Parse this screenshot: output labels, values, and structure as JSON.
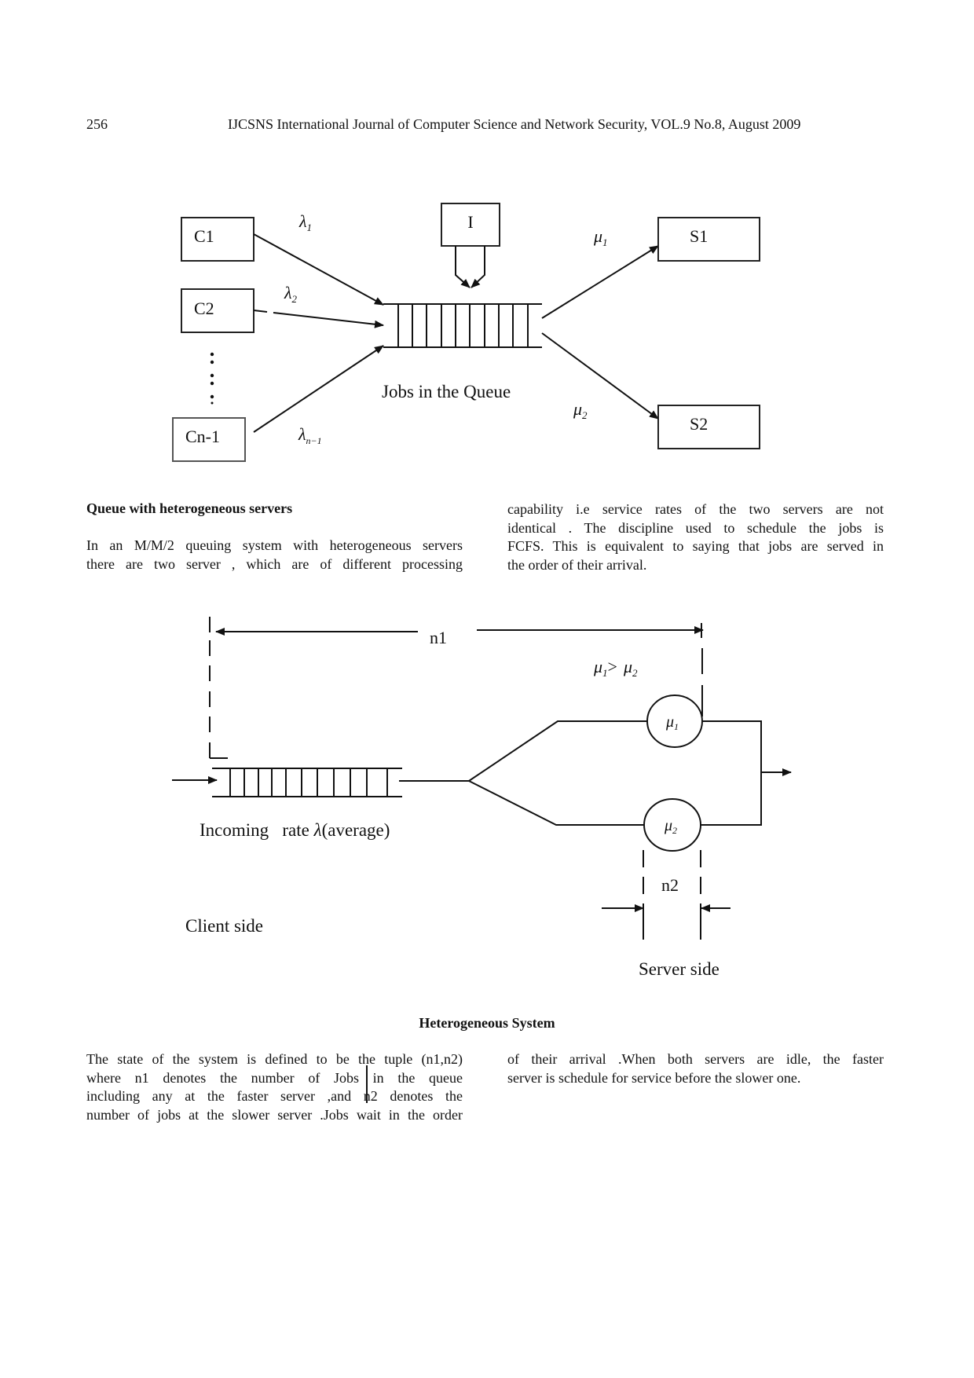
{
  "header": {
    "page_number": "256",
    "journal": "IJCSNS International Journal of Computer Science and Network Security, VOL.9 No.8, August 2009"
  },
  "figure1": {
    "clients": [
      "C1",
      "C2",
      "Cn-1"
    ],
    "ellipsis": "⋮",
    "arrival_rates": [
      "λ₁",
      "λ₂",
      "λₙ₋₁"
    ],
    "lambda_symbol": "λ",
    "lambda_subs": [
      "1",
      "2",
      "n−1"
    ],
    "input_box": "I",
    "queue_label": "Jobs in the Queue",
    "mu_symbol": "μ",
    "service_subs": [
      "1",
      "2"
    ],
    "servers": [
      "S1",
      "S2"
    ]
  },
  "section": {
    "heading": "Queue with heterogeneous servers",
    "left_lines": [
      "In an M/M/2 queuing system with heterogeneous servers",
      "there are two server , which are of different processing"
    ],
    "right_lines": [
      "capability i.e service rates of the two servers are not",
      "identical . The discipline used to schedule the jobs is",
      "FCFS. This is equivalent to saying that jobs are served in",
      "the order of their arrival."
    ]
  },
  "figure2": {
    "n1_label": "n1",
    "n2_label": "n2",
    "inequality_left_sub": "1",
    "inequality_op": ">",
    "inequality_right_sub": "2",
    "mu_symbol": "μ",
    "server1_sub": "1",
    "server2_sub": "2",
    "incoming_label": "Incoming   rate ",
    "incoming_lambda": "λ",
    "incoming_suffix": "(average)",
    "client_side": "Client side",
    "server_side": "Server side",
    "caption": "Heterogeneous System"
  },
  "body": {
    "left_lines": [
      "The state of the system is defined to be the tuple (n1,n2)",
      "where n1 denotes the number of Jobs in the queue",
      "including any at the faster server ,and n2 denotes the",
      "number of jobs at the slower server .Jobs wait in the order"
    ],
    "right_lines": [
      "of their arrival .When both servers are idle, the faster",
      "server is schedule for service before the slower one."
    ]
  }
}
